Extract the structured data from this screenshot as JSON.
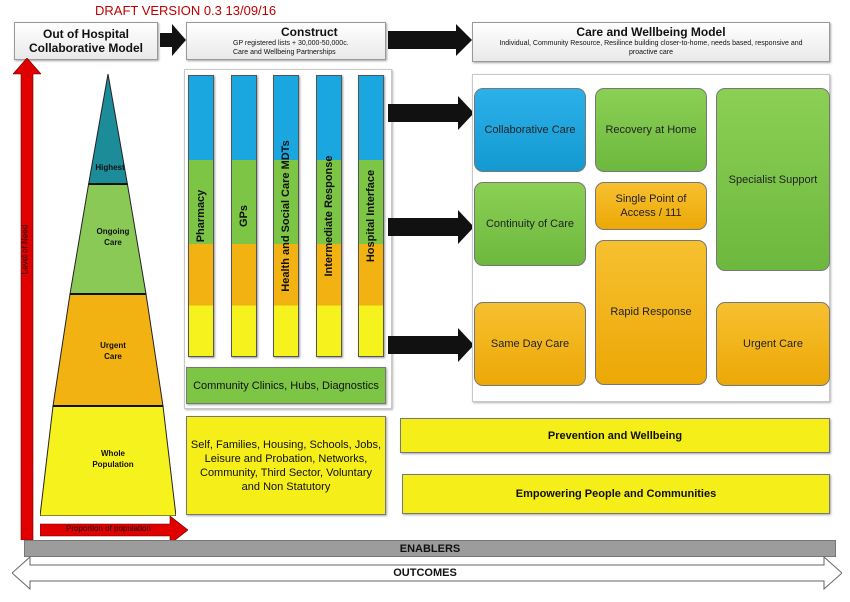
{
  "draft_label": "DRAFT VERSION 0.3 13/09/16",
  "header": {
    "model_title_line1": "Out of Hospital",
    "model_title_line2": "Collaborative Model",
    "construct_title": "Construct",
    "construct_sub_line1": "GP registered lists + 30,000-50,000c.",
    "construct_sub_line2": "Care and Wellbeing Partnerships",
    "care_title": "Care and Wellbeing Model",
    "care_sub_line1": "Individual, Community Resource, Resilince building closer-to-home, needs based, responsive and",
    "care_sub_line2": "proactive care"
  },
  "pyramid": {
    "levels": [
      {
        "line1": "Highest",
        "line2": ""
      },
      {
        "line1": "Ongoing",
        "line2": "Care"
      },
      {
        "line1": "Urgent",
        "line2": "Care"
      },
      {
        "line1": "Whole",
        "line2": "Population"
      }
    ],
    "vertical_axis": "Level of Need",
    "horizontal_axis": "Proportion of population"
  },
  "columns": [
    {
      "label": "Pharmacy"
    },
    {
      "label": "GPs"
    },
    {
      "label": "Health and Social Care MDTs"
    },
    {
      "label": "Intermediate Response"
    },
    {
      "label": "Hospital Interface"
    }
  ],
  "community_box": "Community Clinics, Hubs, Diagnostics",
  "self_box": {
    "line1": "Self, Families, Housing, Schools, Jobs,",
    "line2": "Leisure and Probation, Networks,",
    "line3": "Community, Third Sector, Voluntary",
    "line4": "and Non Statutory"
  },
  "care_boxes": {
    "collaborative": "Collaborative Care",
    "recovery": "Recovery at Home",
    "specialist": "Specialist Support",
    "continuity": "Continuity of Care",
    "single_point_line1": "Single Point of",
    "single_point_line2": "Access / 111",
    "rapid": "Rapid Response",
    "same_day": "Same Day Care",
    "urgent": "Urgent Care"
  },
  "banners": {
    "prevention": "Prevention and Wellbeing",
    "empowering": "Empowering People and Communities"
  },
  "footer": {
    "enablers": "ENABLERS",
    "outcomes": "OUTCOMES"
  },
  "colors": {
    "blue": "#1aa7e0",
    "green": "#7cc545",
    "amber": "#f2b212",
    "yellow": "#f6f21e",
    "teal": "#1d8c99",
    "red": "#e00000",
    "draft_red": "#c00000",
    "gray": "#9c9c9c"
  }
}
